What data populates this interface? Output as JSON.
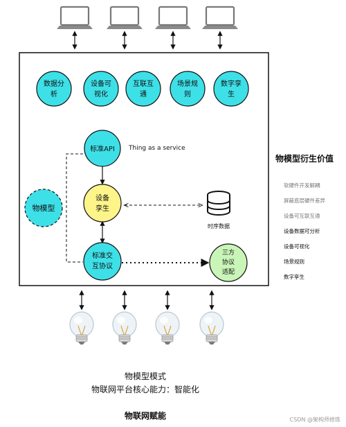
{
  "top_capabilities": [
    {
      "lines": [
        "数据分",
        "析"
      ]
    },
    {
      "lines": [
        "设备可",
        "视化"
      ]
    },
    {
      "lines": [
        "互联互",
        "通"
      ]
    },
    {
      "lines": [
        "场景规",
        "则"
      ]
    },
    {
      "lines": [
        "数字孪",
        "生"
      ]
    }
  ],
  "nodes": {
    "api": "标准API",
    "api_note": "Thing as a service",
    "twin_lines": [
      "设备",
      "孪生"
    ],
    "model": "物模型",
    "db_label": "时序数据",
    "protocol_lines": [
      "标准交",
      "互协议"
    ],
    "thirdparty_lines": [
      "三方",
      "协议",
      "适配"
    ]
  },
  "value_panel": {
    "title": "物模型衍生价值",
    "items": [
      {
        "text": "软硬件开发解耦",
        "muted": true
      },
      {
        "text": "屏蔽底层硬件差异",
        "muted": true
      },
      {
        "text": "设备可互联互通",
        "muted": true
      },
      {
        "text": "设备数据可分析",
        "muted": false
      },
      {
        "text": "设备可视化",
        "muted": false
      },
      {
        "text": "场景规则",
        "muted": false
      },
      {
        "text": "数字孪生",
        "muted": false
      }
    ]
  },
  "captions": {
    "line1": "物模型模式",
    "line2": "物联网平台核心能力：智能化",
    "line3": "物联网赋能"
  },
  "watermark": "CSDN @架构师修炼",
  "colors": {
    "cyan": "#3ee0e8",
    "yellow": "#fdf58a",
    "green": "#c9f5b8",
    "muted_text": "#777777",
    "dark_text": "#111111"
  }
}
